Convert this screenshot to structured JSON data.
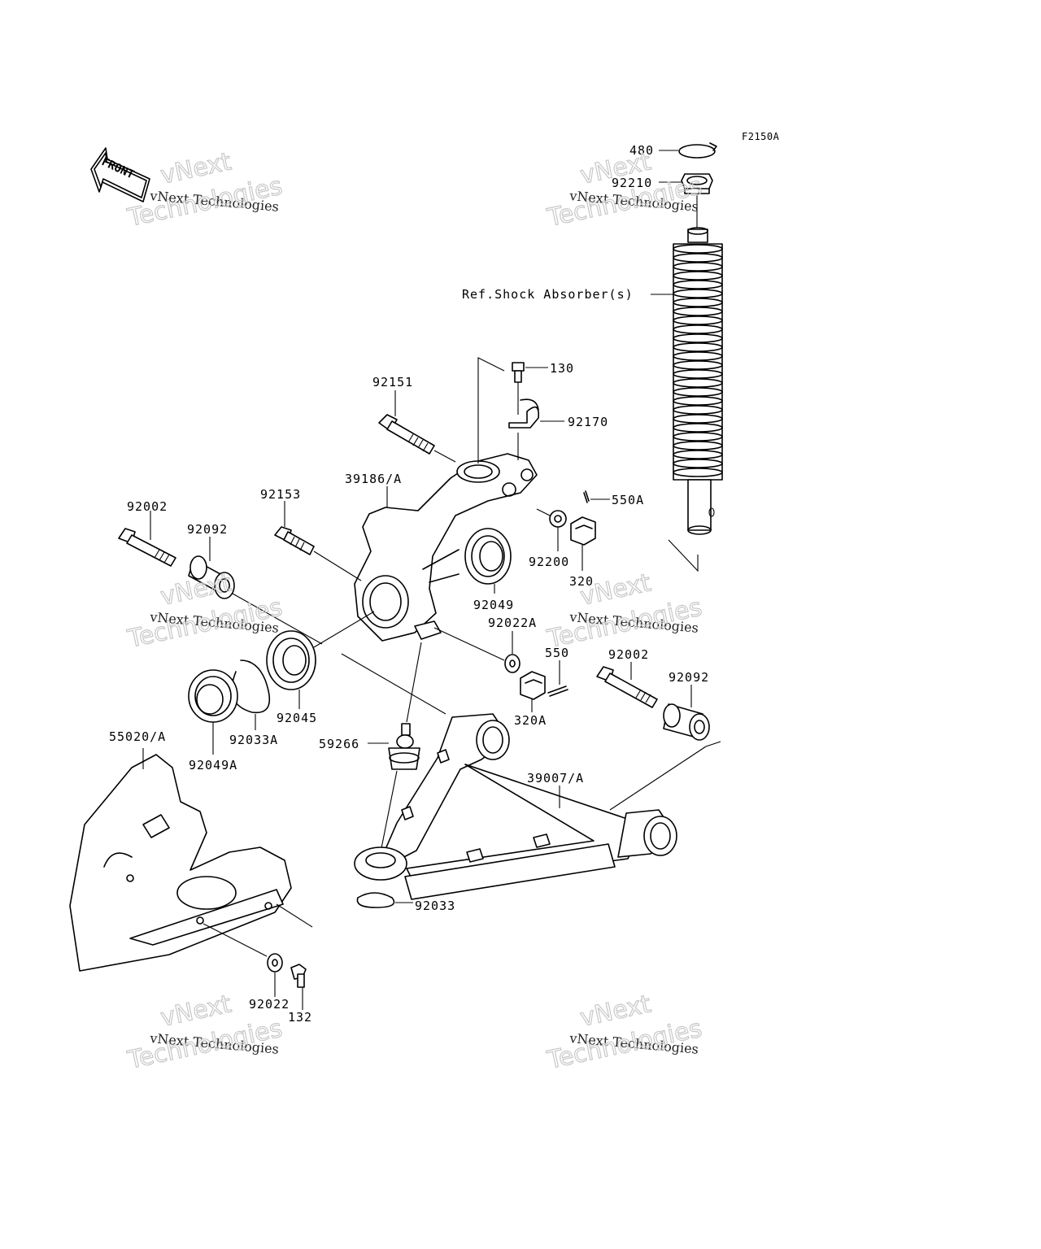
{
  "figure_code": "F2150A",
  "front_label": "FRONT",
  "watermark": {
    "line1": "vNext",
    "line2": "vNext Technologies",
    "line3": "Technologies"
  },
  "callouts": {
    "p480": "480",
    "p92210": "92210",
    "ref_shock": "Ref.Shock Absorber(s)",
    "p130": "130",
    "p92151": "92151",
    "p92170": "92170",
    "p39186A": "39186/A",
    "p550A": "550A",
    "p92002_left": "92002",
    "p92153": "92153",
    "p92092_left": "92092",
    "p92200": "92200",
    "p320": "320",
    "p92049": "92049",
    "p92022A": "92022A",
    "p550": "550",
    "p92002_right": "92002",
    "p92092_right": "92092",
    "p92045": "92045",
    "p320A": "320A",
    "p92033A": "92033A",
    "p55020A": "55020/A",
    "p59266": "59266",
    "p92049A": "92049A",
    "p39007A": "39007/A",
    "p92033": "92033",
    "p92022": "92022",
    "p132": "132"
  }
}
